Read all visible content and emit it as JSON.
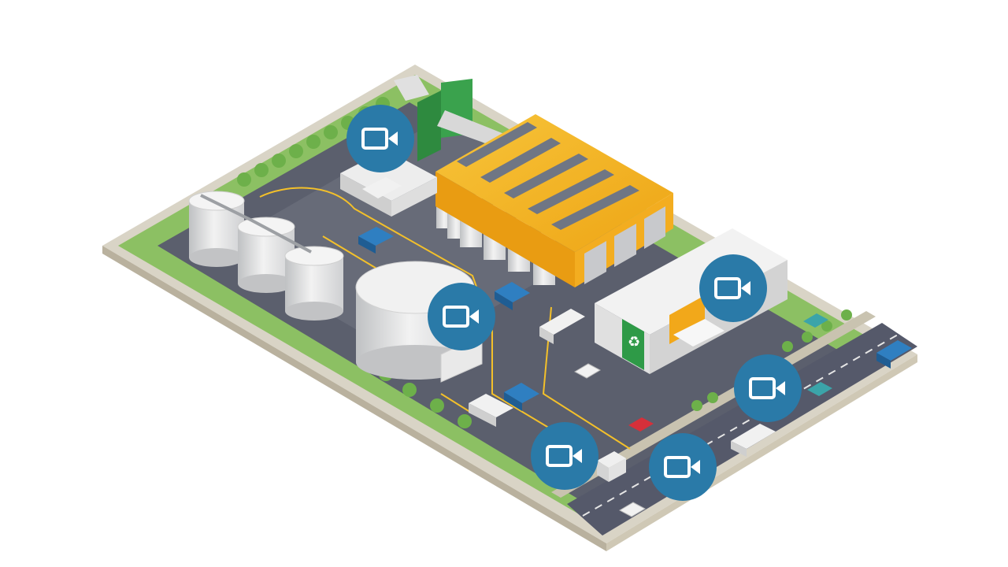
{
  "colors": {
    "camera_marker": "#2a7aa8",
    "warehouse_roof": "#f5b21e",
    "ground_grass": "#8cc063",
    "asphalt": "#5b5f6d",
    "road_line": "#f3c02a",
    "truck_blue": "#2f7fc1",
    "tank_white": "#e6e6e6",
    "office_green": "#2e9a47"
  },
  "cameras": [
    {
      "name": "camera-marker-1",
      "icon": "video-camera-icon"
    },
    {
      "name": "camera-marker-2",
      "icon": "video-camera-icon"
    },
    {
      "name": "camera-marker-3",
      "icon": "video-camera-icon"
    },
    {
      "name": "camera-marker-4",
      "icon": "video-camera-icon"
    },
    {
      "name": "camera-marker-5",
      "icon": "video-camera-icon"
    },
    {
      "name": "camera-marker-6",
      "icon": "video-camera-icon"
    }
  ],
  "scene": {
    "icons": [
      "recycle-icon"
    ]
  }
}
